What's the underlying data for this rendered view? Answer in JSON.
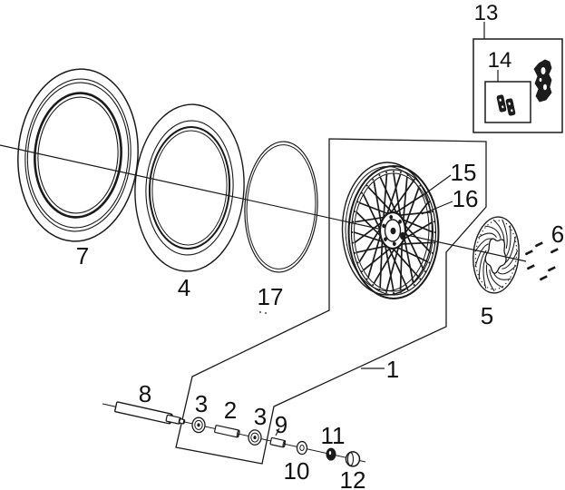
{
  "diagram": {
    "type": "exploded-parts-diagram",
    "subject": "front-wheel-assembly",
    "colors": {
      "line": "#1a1a1a",
      "background": "#ffffff",
      "fill_dark": "#1c1c1c"
    },
    "labels": [
      {
        "text": "1",
        "part": "wheel-assembly-outline"
      },
      {
        "text": "2",
        "part": "axle-spacer"
      },
      {
        "text": "3",
        "part": "oil-seal-left"
      },
      {
        "text": "3",
        "part": "oil-seal-right"
      },
      {
        "text": "4",
        "part": "inner-tube"
      },
      {
        "text": "5",
        "part": "brake-disc"
      },
      {
        "text": "6",
        "part": "disc-bolts"
      },
      {
        "text": "7",
        "part": "tire"
      },
      {
        "text": "8",
        "part": "front-axle"
      },
      {
        "text": "9",
        "part": "spacer-collar"
      },
      {
        "text": "10",
        "part": "washer"
      },
      {
        "text": "11",
        "part": "lock-nut"
      },
      {
        "text": "12",
        "part": "axle-nut"
      },
      {
        "text": "13",
        "part": "brake-caliper-box"
      },
      {
        "text": "14",
        "part": "brake-pads-box"
      },
      {
        "text": "15",
        "part": "wheel-rim"
      },
      {
        "text": "16",
        "part": "wheel-rim-inner"
      },
      {
        "text": "17",
        "part": "rim-band"
      }
    ]
  }
}
